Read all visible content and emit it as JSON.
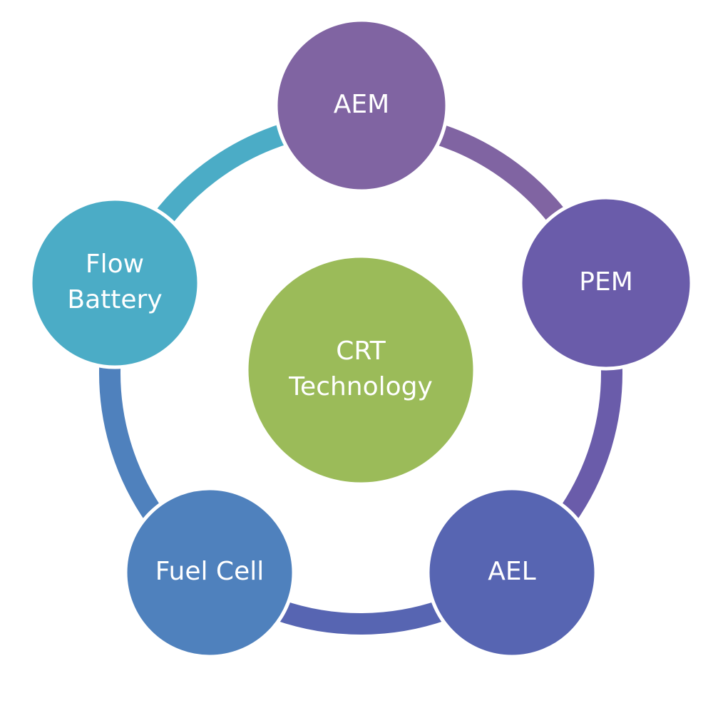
{
  "diagram": {
    "center": {
      "label_lines": [
        "CRT",
        "Technology"
      ],
      "color": "#9BBB59"
    },
    "nodes": [
      {
        "id": "aem",
        "label_lines": [
          "AEM"
        ],
        "color": "#8064A2"
      },
      {
        "id": "pem",
        "label_lines": [
          "PEM"
        ],
        "color": "#6A5CAA"
      },
      {
        "id": "ael",
        "label_lines": [
          "AEL"
        ],
        "color": "#5765B2"
      },
      {
        "id": "fuel-cell",
        "label_lines": [
          "Fuel Cell"
        ],
        "color": "#4F81BD"
      },
      {
        "id": "flow-battery",
        "label_lines": [
          "Flow",
          "Battery"
        ],
        "color": "#4BACC6"
      }
    ],
    "connectors": [
      {
        "from": "aem",
        "to": "pem",
        "color": "#8064A2"
      },
      {
        "from": "pem",
        "to": "ael",
        "color": "#6A5CAA"
      },
      {
        "from": "ael",
        "to": "fuel-cell",
        "color": "#5765B2"
      },
      {
        "from": "fuel-cell",
        "to": "flow-battery",
        "color": "#4F81BD"
      },
      {
        "from": "flow-battery",
        "to": "aem",
        "color": "#4BACC6"
      }
    ]
  }
}
